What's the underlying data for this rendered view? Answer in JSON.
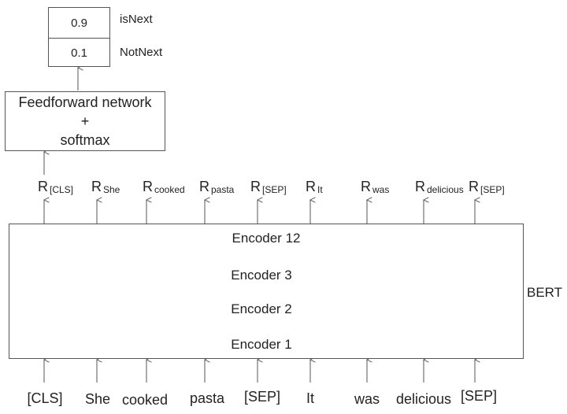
{
  "output": {
    "cells": [
      {
        "value": "0.9",
        "label": "isNext"
      },
      {
        "value": "0.1",
        "label": "NotNext"
      }
    ]
  },
  "ffn": {
    "line1": "Feedforward network",
    "line2": "+",
    "line3": "softmax"
  },
  "representations": [
    {
      "main": "R",
      "sub": "[CLS]"
    },
    {
      "main": "R",
      "sub": "She"
    },
    {
      "main": "R",
      "sub": "cooked"
    },
    {
      "main": "R",
      "sub": "pasta"
    },
    {
      "main": "R",
      "sub": "[SEP]"
    },
    {
      "main": "R",
      "sub": "It"
    },
    {
      "main": "R",
      "sub": "was"
    },
    {
      "main": "R",
      "sub": "delicious"
    },
    {
      "main": "R",
      "sub": "[SEP]"
    }
  ],
  "encoders": [
    "Encoder 12",
    "Encoder 3",
    "Encoder 2",
    "Encoder 1"
  ],
  "bert_label": "BERT",
  "tokens": [
    "[CLS]",
    "She",
    "cooked",
    "pasta",
    "[SEP]",
    "It",
    "was",
    "delicious",
    "[SEP]"
  ],
  "colors": {
    "line": "#555555",
    "text": "#222222"
  }
}
